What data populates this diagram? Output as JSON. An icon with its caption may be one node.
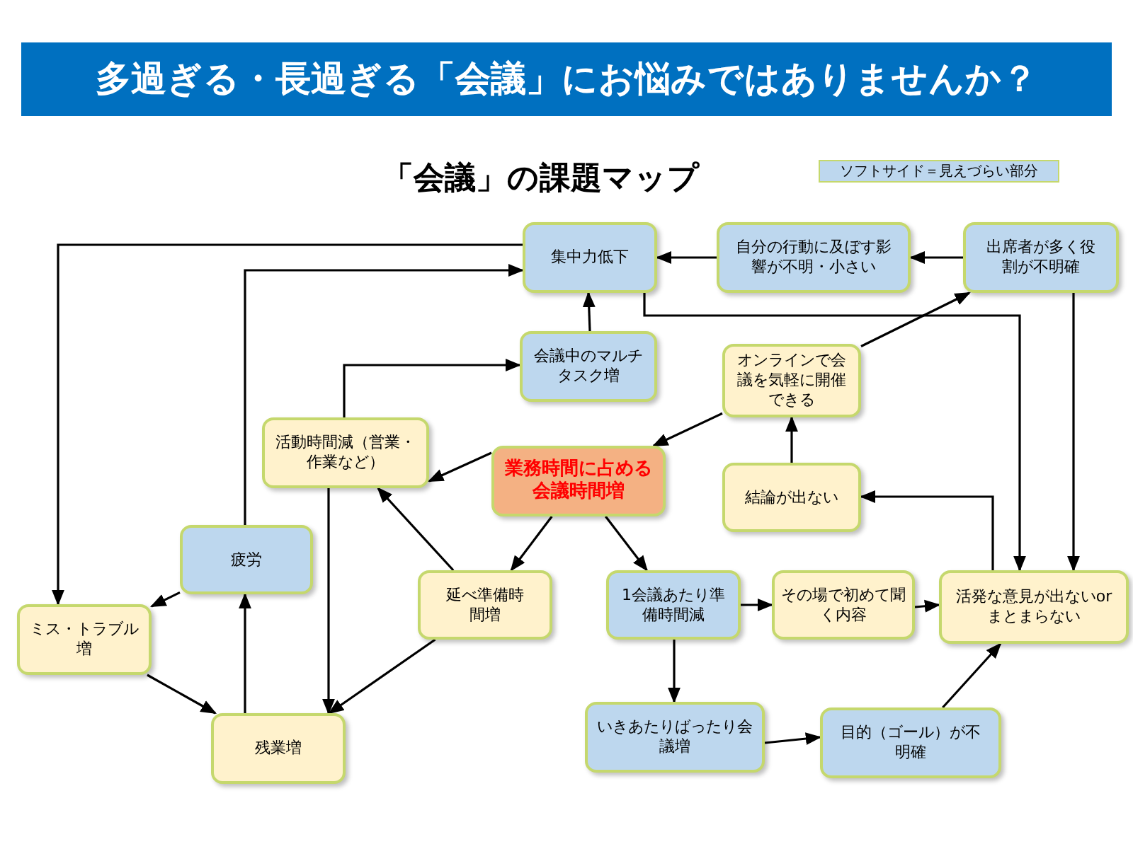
{
  "diagram": {
    "title": "多過ぎる・長過ぎる「会議」にお悩みではありませんか？",
    "nodes": [
      {
        "text": [
          "集中力低下"
        ]
      },
      {
        "text": [
          "自分の行動に及ぼす影響が不明・小さい"
        ]
      },
      {
        "text": [
          "出席者が多く役割が不明確"
        ]
      },
      {
        "text": [
          "会議中のマルチタスク増"
        ]
      },
      {
        "text": [
          "オンラインで会議を気軽に開催できる"
        ]
      },
      {
        "text": [
          "活動時間減（営業・作業など）"
        ]
      },
      {
        "text": [
          "業務時間に占める会議時間増"
        ]
      },
      {
        "text": [
          "結論が出ない"
        ]
      },
      {
        "text": [
          "疲労"
        ]
      },
      {
        "text": [
          "延べ準備時間増"
        ]
      },
      {
        "text": [
          "1会議あたり準備時間減"
        ]
      },
      {
        "text": [
          "その場で初めて聞く内容"
        ]
      },
      {
        "text": [
          "活発な意見が出ないorまとまらない"
        ]
      },
      {
        "text": [
          "ミス・トラブル増"
        ]
      },
      {
        "text": [
          "残業増"
        ]
      },
      {
        "text": [
          "いきあたりばったり会議増"
        ]
      },
      {
        "text": [
          "目的（ゴール）が不明確"
        ]
      }
    ],
    "edges": [
      {
        "from": 0,
        "to": 13,
        "arrow": "to"
      },
      {
        "from": 8,
        "to": 0,
        "arrow": "to"
      },
      {
        "from": 1,
        "to": 0,
        "arrow": "to"
      },
      {
        "from": 2,
        "to": 1,
        "arrow": "to"
      },
      {
        "from": 3,
        "to": 0,
        "arrow": "to"
      },
      {
        "from": 5,
        "to": 3,
        "arrow": "to"
      },
      {
        "from": 4,
        "to": 6,
        "arrow": "to"
      },
      {
        "from": 4,
        "to": 2,
        "arrow": "to"
      },
      {
        "from": 0,
        "to": 12,
        "arrow": "to"
      },
      {
        "from": 2,
        "to": 12,
        "arrow": "to"
      },
      {
        "from": 12,
        "to": 7,
        "arrow": "to"
      },
      {
        "from": 7,
        "to": 4,
        "arrow": "to"
      },
      {
        "from": 6,
        "to": 5,
        "arrow": "to"
      },
      {
        "from": 6,
        "to": 9,
        "arrow": "to"
      },
      {
        "from": 6,
        "to": 10,
        "arrow": "to"
      },
      {
        "from": 9,
        "to": 5,
        "arrow": "to"
      },
      {
        "from": 5,
        "to": 14,
        "arrow": "to"
      },
      {
        "from": 9,
        "to": 14,
        "arrow": "to"
      },
      {
        "from": 8,
        "to": 13,
        "arrow": "to"
      },
      {
        "from": 13,
        "to": 14,
        "arrow": "to"
      },
      {
        "from": 14,
        "to": 8,
        "arrow": "to"
      },
      {
        "from": 10,
        "to": 11,
        "arrow": "to"
      },
      {
        "from": 11,
        "to": 12,
        "arrow": "to"
      },
      {
        "from": 10,
        "to": 15,
        "arrow": "to"
      },
      {
        "from": 15,
        "to": 16,
        "arrow": "to"
      },
      {
        "from": 16,
        "to": 12,
        "arrow": "to"
      }
    ],
    "labels": [
      "「会議」の課題マップ"
    ],
    "legend": [
      {
        "text": "ソフトサイド＝見えづらい部分",
        "color": "#bdd7ee"
      }
    ]
  }
}
